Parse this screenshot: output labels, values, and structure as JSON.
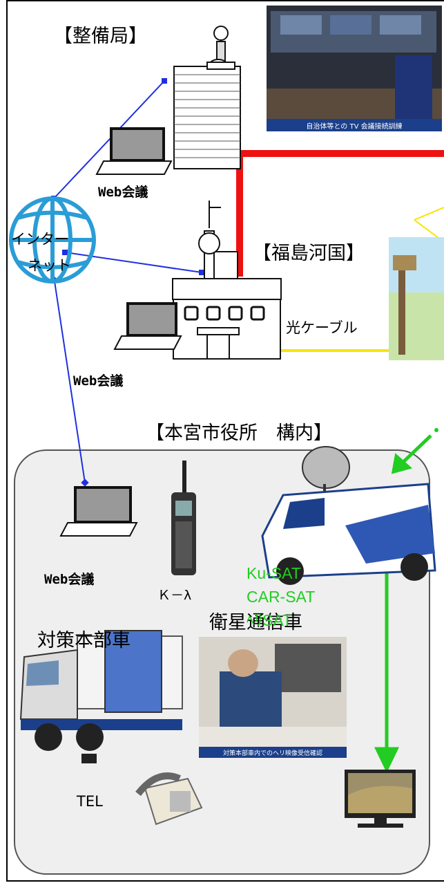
{
  "offices": {
    "seibikyoku": "【整備局】",
    "fukushima": "【福島河国】",
    "motomiya": "【本宮市役所　構内】"
  },
  "internet_label_line1": "インター",
  "internet_label_line2": "ネット",
  "web_meeting_labels": [
    "Web会議",
    "Web会議",
    "Web会議"
  ],
  "fiber_cable_label": "光ケーブル",
  "k_lambda_label": "Ｋ－λ",
  "satellite_vehicle_label": "衛星通信車",
  "hq_vehicle_label": "対策本部車",
  "tel_label": "TEL",
  "sat_links": [
    "Ku-SAT",
    "CAR-SAT",
    "ﾍﾘSAT"
  ],
  "photo_captions": {
    "tv_conference": "自治体等との TV 会議接続訓練",
    "heli_video": "対策本部車内でのヘリ映像受信確認"
  },
  "colors": {
    "blue_link": "#1f2fe0",
    "red_link": "#ee1111",
    "fiber_yellow": "#f5e600",
    "sat_green": "#22cc22",
    "globe": "#2a9dd6"
  }
}
